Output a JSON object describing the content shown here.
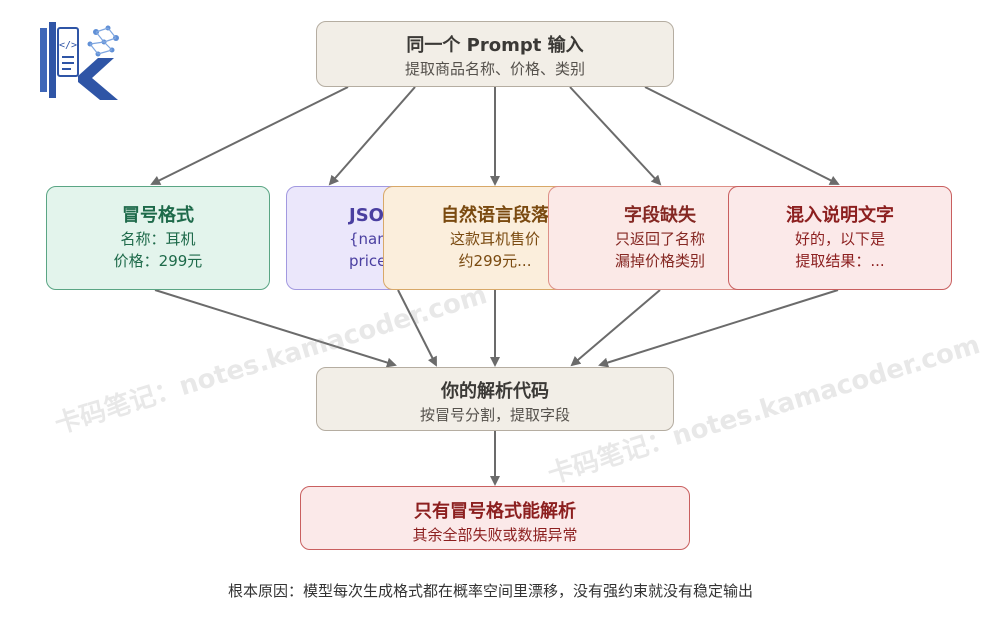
{
  "logo": {
    "label": "K"
  },
  "top_node": {
    "title": "同一个 Prompt 输入",
    "subtitle": "提取商品名称、价格、类别"
  },
  "outputs": [
    {
      "title": "冒号格式",
      "line1": "名称：耳机",
      "line2": "价格：299元"
    },
    {
      "title": "JSO",
      "line1": "{nam",
      "line2": "price"
    },
    {
      "title": "自然语言段落",
      "line1": "这款耳机售价",
      "line2": "约299元..."
    },
    {
      "title": "字段缺失",
      "line1": "只返回了名称",
      "line2": "漏掉价格类别"
    },
    {
      "title": "混入说明文字",
      "line1": "好的，以下是",
      "line2": "提取结果：..."
    }
  ],
  "parser": {
    "title": "你的解析代码",
    "subtitle": "按冒号分割，提取字段"
  },
  "result": {
    "title": "只有冒号格式能解析",
    "subtitle": "其余全部失败或数据异常"
  },
  "footnote": "根本原因：模型每次生成格式都在概率空间里漂移，没有强约束就没有稳定输出",
  "watermarks": [
    "卡码笔记：notes.kamacoder.com",
    "卡码笔记：notes.kamacoder.com"
  ]
}
